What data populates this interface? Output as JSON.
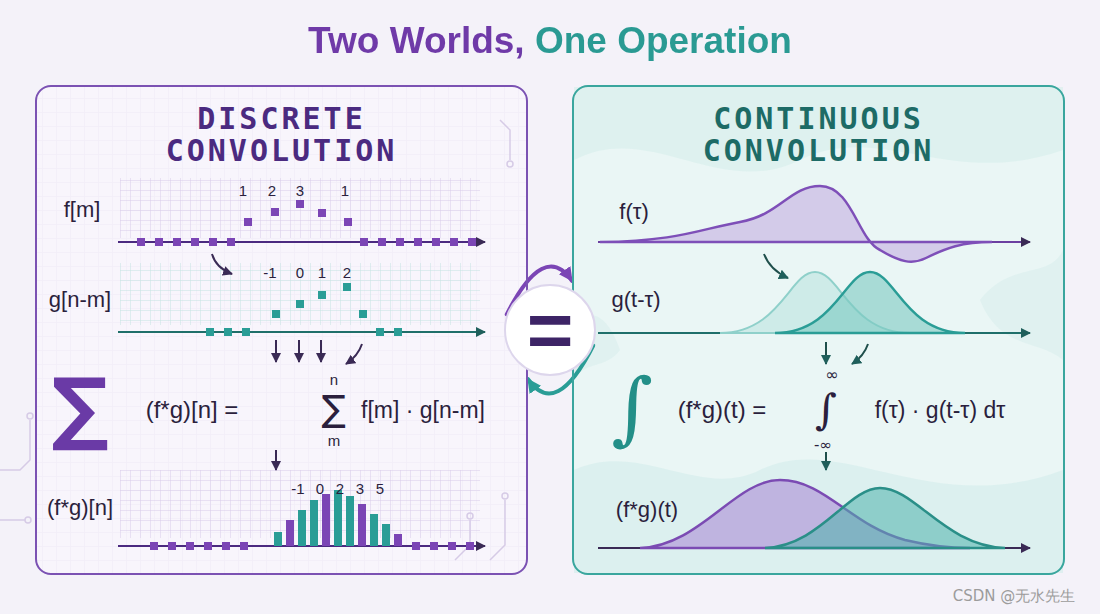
{
  "diagram": {
    "title": "Two Worlds, One Operation",
    "nodes": [
      {
        "text": [
          "DISCRETE CONVOLUTION"
        ]
      },
      {
        "text": [
          "="
        ]
      },
      {
        "text": [
          "CONTINUOUS CONVOLUTION"
        ]
      }
    ],
    "edges": [
      {
        "from": 1,
        "to": 2,
        "arrow": "to"
      },
      {
        "from": 1,
        "to": 0,
        "arrow": "to"
      }
    ],
    "labels": [
      "f[m]",
      "1",
      "2",
      "3",
      "1",
      "g[n-m]",
      "-1",
      "0",
      "1",
      "2",
      "∑",
      "(f*g)[n] =",
      "n",
      "∑",
      "m",
      "f[m] · g[n-m]",
      "(f*g)[n]",
      "-1",
      "0",
      "2",
      "3",
      "5",
      "f(τ)",
      "g(t-τ)",
      "∫",
      "(f*g)(t) =",
      "∞",
      "∫",
      "-∞",
      "f(τ) · g(t-τ) dτ",
      "(f*g)(t)",
      "CSDN @无水先生"
    ]
  }
}
